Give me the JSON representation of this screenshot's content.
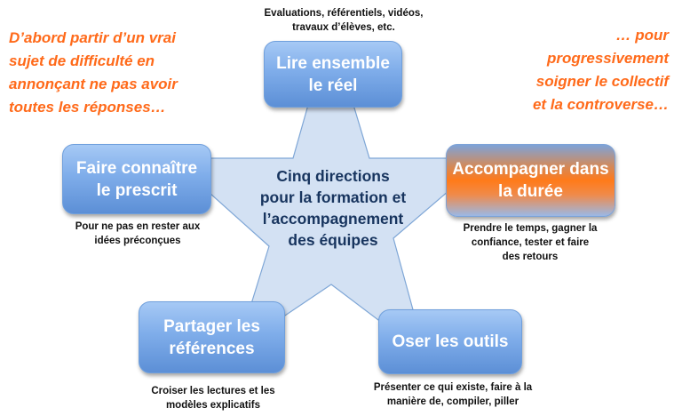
{
  "intro_text": [
    "D’abord partir d’un vrai",
    "sujet de difficulté en",
    "annonçant ne pas avoir",
    "toutes les réponses…"
  ],
  "outro_text": [
    "… pour",
    "progressivement",
    "soigner le collectif",
    "et la controverse…"
  ],
  "center": {
    "lines": [
      "Cinq directions",
      "pour la formation et",
      "l’accompagnement",
      "des équipes"
    ]
  },
  "directions": [
    {
      "title": [
        "Lire ensemble",
        "le réel"
      ],
      "note": [
        "Evaluations, référentiels, vidéos,",
        "travaux d’élèves, etc."
      ]
    },
    {
      "title": [
        "Faire connaître",
        "le prescrit"
      ],
      "note": [
        "Pour ne pas en rester aux",
        "idées préconçues"
      ]
    },
    {
      "title": [
        "Accompagner dans",
        "la durée"
      ],
      "note": [
        "Prendre le temps, gagner la",
        "confiance, tester et faire",
        "des retours"
      ],
      "highlight": true
    },
    {
      "title": [
        "Partager les",
        "références"
      ],
      "note": [
        "Croiser les lectures et les",
        "modèles explicatifs"
      ]
    },
    {
      "title": [
        "Oser les outils"
      ],
      "note": [
        "Présenter ce qui existe, faire à la",
        "manière de, compiler, piller"
      ]
    }
  ],
  "colors": {
    "accent_orange": "#ff6a1a",
    "box_blue": "#7fadea",
    "star_fill": "#d3e1f3",
    "star_stroke": "#7ea6d6",
    "center_text": "#17345e"
  }
}
